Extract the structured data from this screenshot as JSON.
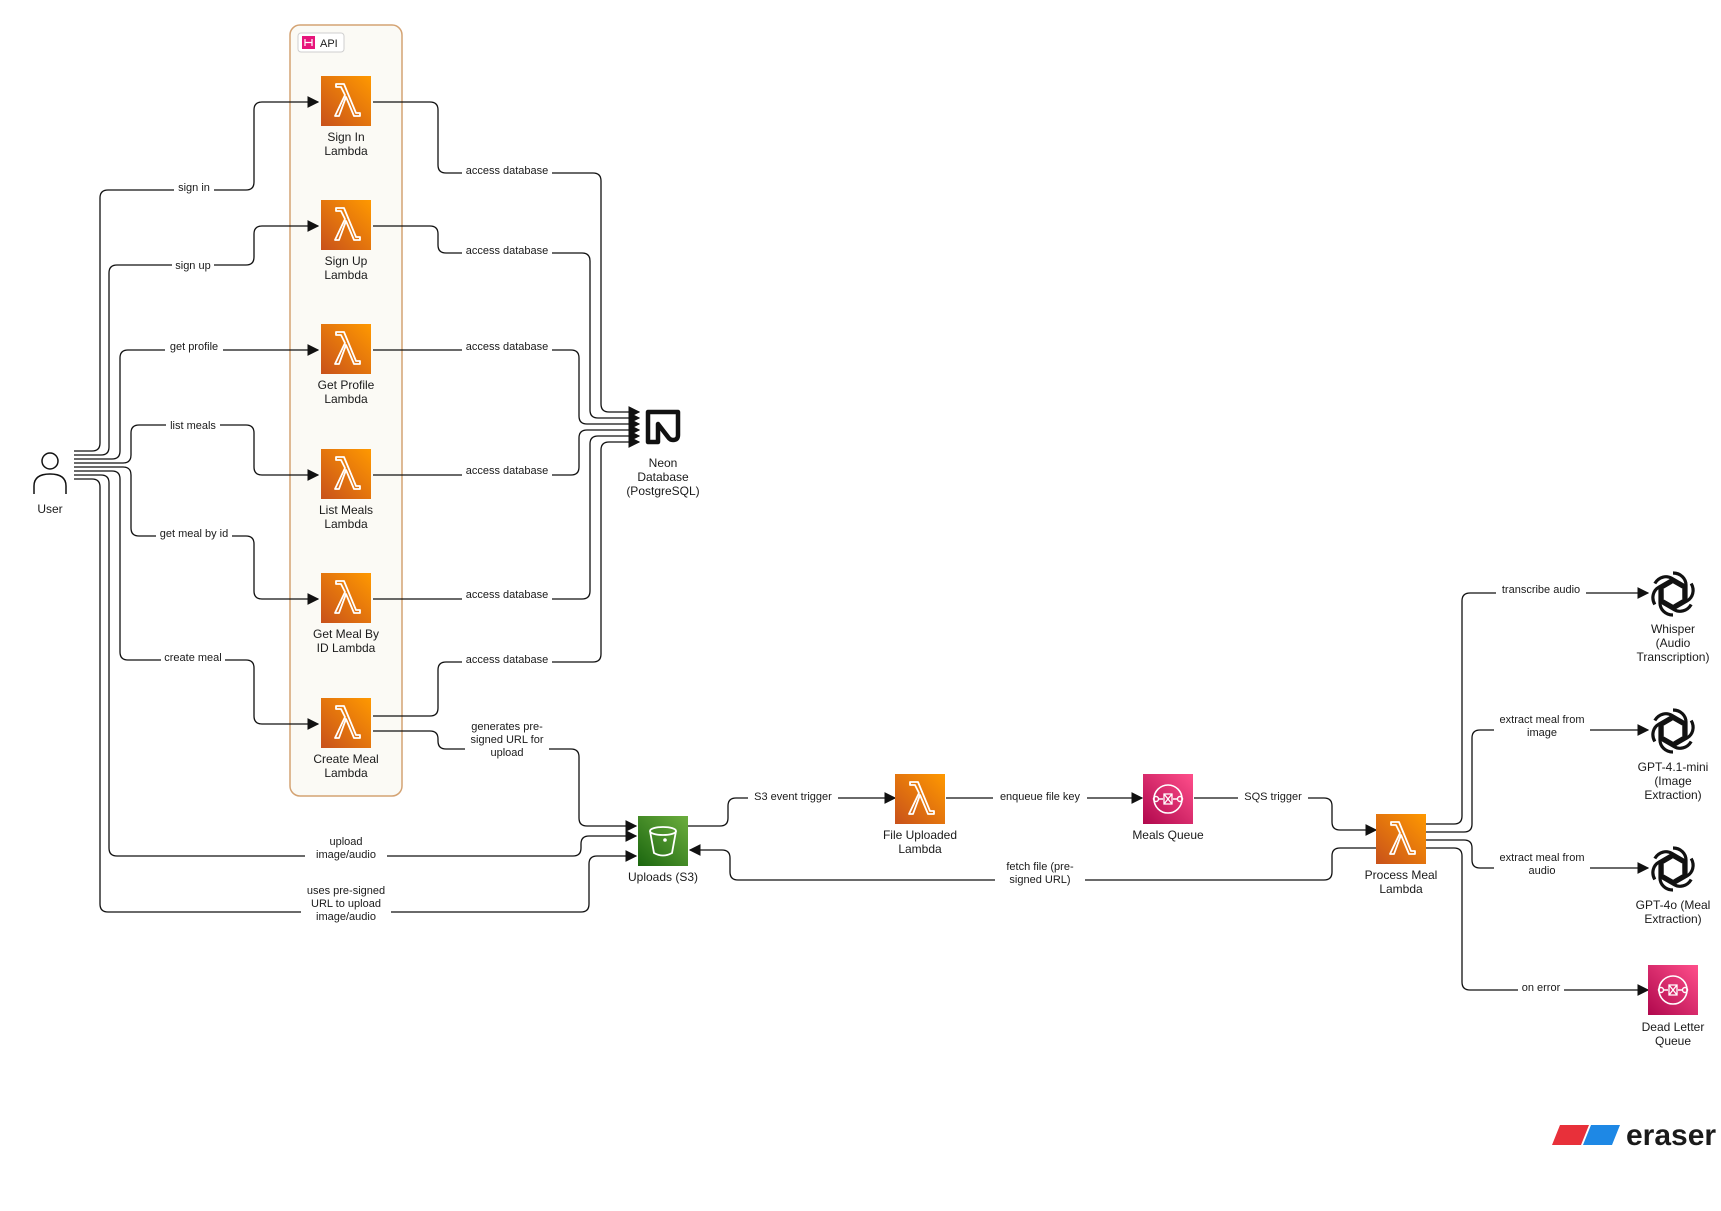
{
  "colors": {
    "lambda": "#ed7100",
    "lambda_light": "#f69b2c",
    "s3": "#3b8624",
    "sqs": "#e7157b",
    "api_group_border": "#d4a373",
    "api_group_fill": "#fbfaf5",
    "api_badge": "#e7157b",
    "eraser_red": "#e8303a",
    "eraser_blue": "#1e88e5"
  },
  "api_group": {
    "label": "API",
    "icon": "api-gateway-icon"
  },
  "nodes": {
    "user": {
      "label": "User",
      "icon": "user-icon"
    },
    "sign_in": {
      "lines": [
        "Sign In",
        "Lambda"
      ],
      "icon": "lambda-icon"
    },
    "sign_up": {
      "lines": [
        "Sign Up",
        "Lambda"
      ],
      "icon": "lambda-icon"
    },
    "get_profile": {
      "lines": [
        "Get Profile",
        "Lambda"
      ],
      "icon": "lambda-icon"
    },
    "list_meals": {
      "lines": [
        "List Meals",
        "Lambda"
      ],
      "icon": "lambda-icon"
    },
    "get_meal_by_id": {
      "lines": [
        "Get Meal By",
        "ID Lambda"
      ],
      "icon": "lambda-icon"
    },
    "create_meal": {
      "lines": [
        "Create Meal",
        "Lambda"
      ],
      "icon": "lambda-icon"
    },
    "neon": {
      "lines": [
        "Neon",
        "Database",
        "(PostgreSQL)"
      ],
      "icon": "neon-icon"
    },
    "uploads": {
      "lines": [
        "Uploads (S3)"
      ],
      "icon": "s3-bucket-icon"
    },
    "file_uploaded": {
      "lines": [
        "File Uploaded",
        "Lambda"
      ],
      "icon": "lambda-icon"
    },
    "meals_queue": {
      "lines": [
        "Meals Queue"
      ],
      "icon": "sqs-icon"
    },
    "process_meal": {
      "lines": [
        "Process Meal",
        "Lambda"
      ],
      "icon": "lambda-icon"
    },
    "whisper": {
      "lines": [
        "Whisper",
        "(Audio",
        "Transcription)"
      ],
      "icon": "openai-icon"
    },
    "gpt41mini": {
      "lines": [
        "GPT-4.1-mini",
        "(Image",
        "Extraction)"
      ],
      "icon": "openai-icon"
    },
    "gpt4o": {
      "lines": [
        "GPT-4o (Meal",
        "Extraction)"
      ],
      "icon": "openai-icon"
    },
    "dlq": {
      "lines": [
        "Dead Letter",
        "Queue"
      ],
      "icon": "sqs-icon"
    }
  },
  "edges": {
    "sign_in": [
      "sign in"
    ],
    "sign_up": [
      "sign up"
    ],
    "get_profile": [
      "get profile"
    ],
    "list_meals": [
      "list meals"
    ],
    "get_meal_by_id": [
      "get meal by id"
    ],
    "create_meal": [
      "create meal"
    ],
    "db1": [
      "access database"
    ],
    "db2": [
      "access database"
    ],
    "db3": [
      "access database"
    ],
    "db4": [
      "access database"
    ],
    "db5": [
      "access database"
    ],
    "db6": [
      "access database"
    ],
    "presigned": [
      "generates pre-",
      "signed URL for",
      "upload"
    ],
    "upload": [
      "upload",
      "image/audio"
    ],
    "uses_presigned": [
      "uses pre-signed",
      "URL to upload",
      "image/audio"
    ],
    "s3_event": [
      "S3 event trigger"
    ],
    "enqueue": [
      "enqueue file key"
    ],
    "sqs_trigger": [
      "SQS trigger"
    ],
    "fetch": [
      "fetch file (pre-",
      "signed URL)"
    ],
    "transcribe": [
      "transcribe audio"
    ],
    "extract_image": [
      "extract meal from",
      "image"
    ],
    "extract_audio": [
      "extract meal from",
      "audio"
    ],
    "on_error": [
      "on error"
    ]
  },
  "brand": {
    "name": "eraser",
    "icon": "eraser-logo-icon"
  }
}
